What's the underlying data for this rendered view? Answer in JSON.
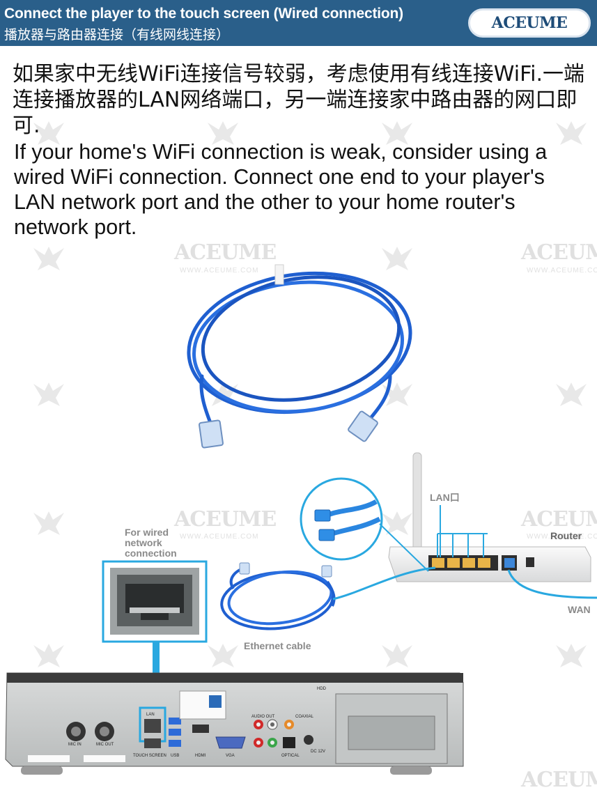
{
  "header": {
    "title_en": "Connect the player to the touch screen (Wired connection)",
    "title_cn": "播放器与路由器连接（有线网线连接）",
    "brand": "ACEUME"
  },
  "body": {
    "cn_paragraph": "如果家中无线WiFi连接信号较弱，考虑使用有线连接WiFi.一端连接播放器的LAN网络端口，另一端连接家中路由器的网口即可.",
    "en_paragraph": "If your home's WiFi connection is weak, consider using a wired WiFi connection. Connect one end to your player's LAN network port and the other to your home router's network port."
  },
  "diagram": {
    "for_wired": "For wired network connection",
    "ethernet_cable": "Ethernet cable",
    "lan_port": "LAN口",
    "router": "Router",
    "wan": "WAN",
    "device_ports": {
      "lan": "LAN",
      "touch_screen": "TOUCH SCREEN",
      "usb": "USB",
      "hdmi": "HDMI",
      "vga": "VGA",
      "mic_in": "MIC IN",
      "mic_out": "MIC OUT",
      "audio_out": "AUDIO OUT",
      "coaxial": "COAXIAL",
      "optical": "OPTICAL",
      "dc": "DC 12V",
      "hdd": "HDD"
    }
  },
  "watermark": {
    "logo": "ACEUME",
    "url": "WWW.ACEUME.COM"
  },
  "colors": {
    "header_bg": "#2a5f8a",
    "accent": "#29a8e0",
    "cable_blue": "#1f5fd0"
  }
}
